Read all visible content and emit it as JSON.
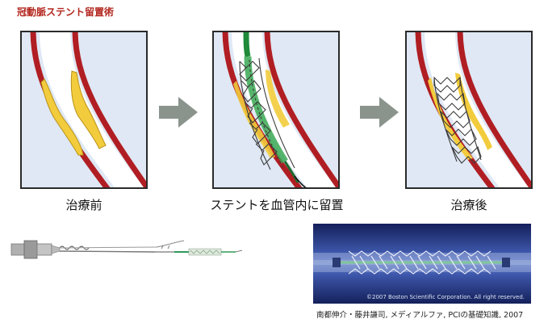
{
  "page": {
    "title": "冠動脈ステント留置術"
  },
  "panels": [
    {
      "caption": "治療前"
    },
    {
      "caption": "ステントを血管内に留置"
    },
    {
      "caption": "治療後"
    }
  ],
  "photo": {
    "copyright": "©2007 Boston Scientific Corporation. All right reserved."
  },
  "source": "南都伸介・藤井謙司, メディアルファ, PCIの基礎知識, 2007",
  "colors": {
    "title": "#b3261e",
    "vessel_wall": "#b01e23",
    "plaque": "#f2cc3c",
    "panel_background": "#dfe8f4",
    "arrow": "#8a948d"
  },
  "icons": [
    "arrow-right-icon",
    "arrow-right-icon"
  ]
}
